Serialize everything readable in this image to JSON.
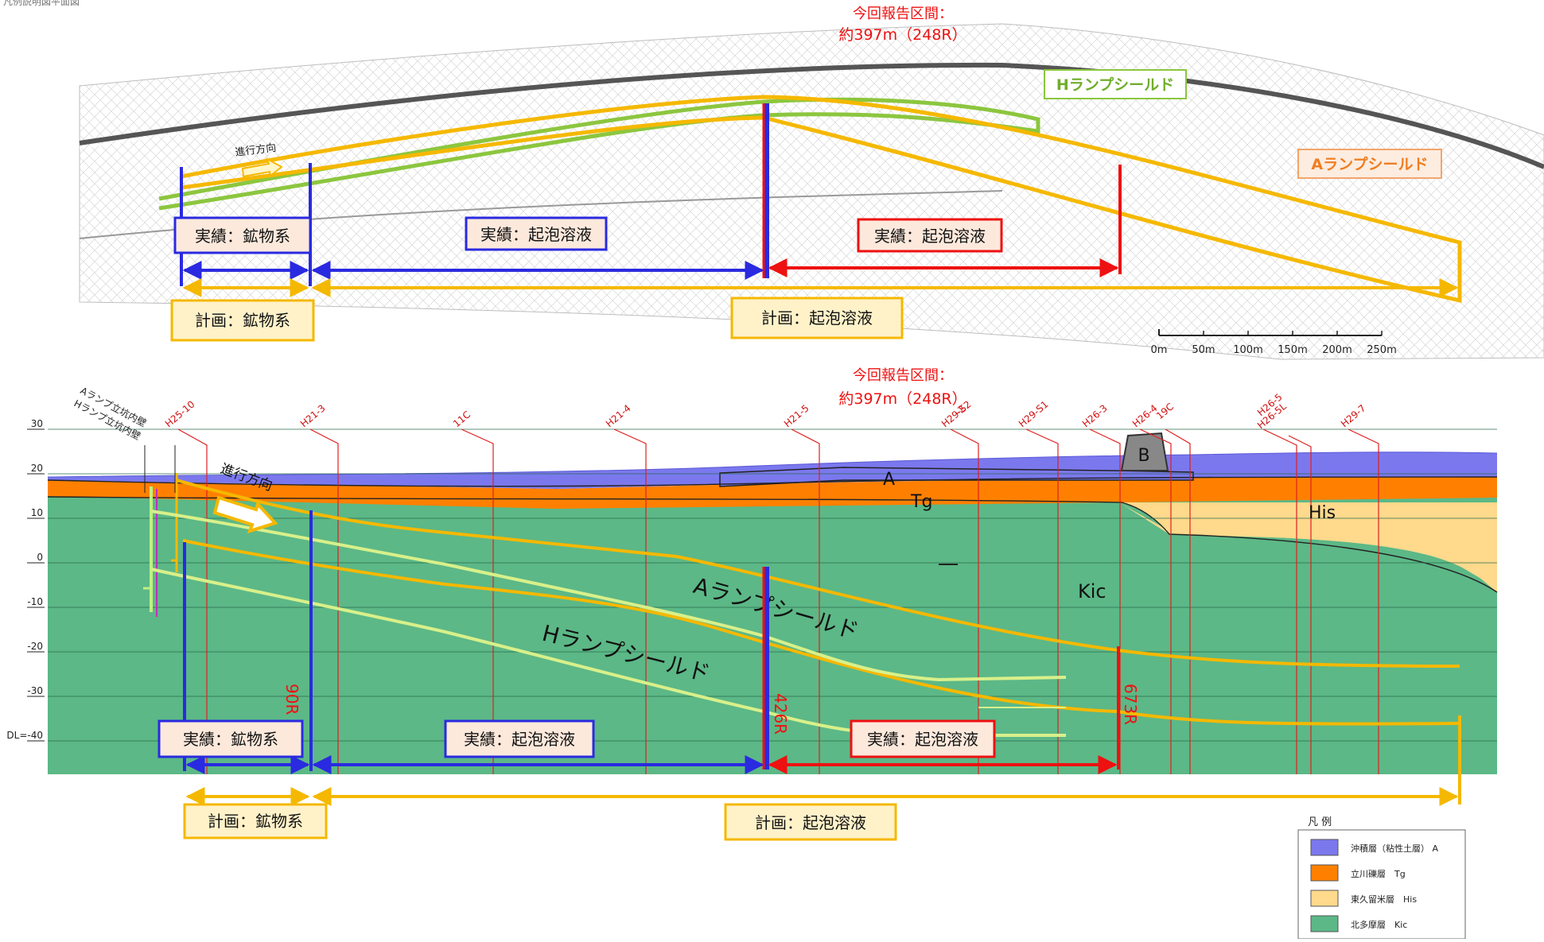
{
  "top_header": "凡例説明図平面図",
  "report_section": {
    "line1": "今回報告区間：",
    "line2": "約397m（248R）"
  },
  "plan": {
    "h_ramp_label": "Hランプシールド",
    "a_ramp_label": "Aランプシールド",
    "direction_label": "進行方向",
    "actual_mineral": "実績：鉱物系",
    "actual_foam_blue": "実績：起泡溶液",
    "actual_foam_red": "実績：起泡溶液",
    "plan_mineral": "計画：鉱物系",
    "plan_foam": "計画：起泡溶液",
    "scale_ticks": [
      "0m",
      "50m",
      "100m",
      "150m",
      "200m",
      "250m"
    ]
  },
  "profile": {
    "shaft_a_label": "Aランプ立坑内壁",
    "shaft_h_label": "Hランプ立坑内壁",
    "direction_label": "進行方向",
    "y_ticks": [
      "30",
      "20",
      "10",
      "0",
      "-10",
      "-20",
      "-30",
      "DL=-40"
    ],
    "boreholes": [
      "H25-10",
      "H21-3",
      "11C",
      "H21-4",
      "H21-5",
      "H29-S2",
      "H29-S1",
      "H26-3",
      "H26-4",
      "19C",
      "H26-5",
      "H26-5L",
      "H29-7"
    ],
    "borehole_extra": "-2",
    "layer_labels": {
      "a": "A",
      "b": "B",
      "tg": "Tg",
      "his": "His",
      "kic": "Kic"
    },
    "a_ramp_label": "Aランプシールド",
    "h_ramp_label": "Hランプシールド",
    "ring_90": "90R",
    "ring_426": "426R",
    "ring_673": "673R",
    "actual_mineral": "実績：鉱物系",
    "actual_foam_blue": "実績：起泡溶液",
    "actual_foam_red": "実績：起泡溶液",
    "plan_mineral": "計画：鉱物系",
    "plan_foam": "計画：起泡溶液"
  },
  "legend": {
    "title": "凡 例",
    "items": [
      {
        "label": "沖積層（粘性土層） A",
        "color": "#7b78ee"
      },
      {
        "label": "立川礫層　Tg",
        "color": "#ff8000"
      },
      {
        "label": "東久留米層　His",
        "color": "#ffd98c"
      },
      {
        "label": "北多摩層　Kic",
        "color": "#5cb887"
      }
    ]
  },
  "colors": {
    "blue": "#2a2ae0",
    "red": "#ee1111",
    "gold": "#f5b800",
    "green_line": "#8cc63f",
    "kic": "#5cb887",
    "tg": "#ff8000",
    "a": "#7b78ee",
    "his": "#ffd98c",
    "label_bg": "#fde9dc",
    "plan_bg": "#fff2c9"
  }
}
